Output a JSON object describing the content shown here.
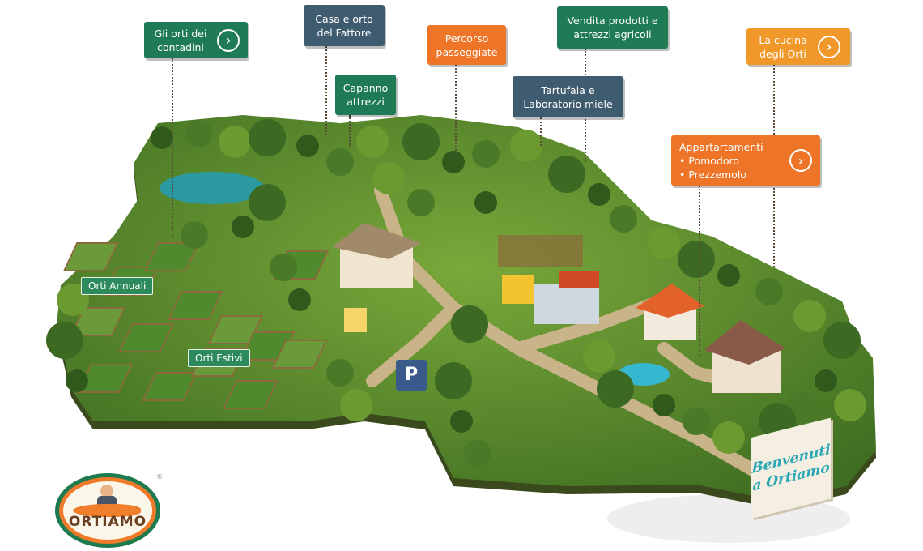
{
  "labels": {
    "orti_contadini": "Gli orti dei contadini",
    "casa_fattore": "Casa e orto del Fattore",
    "capanno": "Capanno attrezzi",
    "percorso": "Percorso passeggiate",
    "tartufaia": "Tartufaia e Laboratorio miele",
    "vendita": "Vendita prodotti e attrezzi agricoli",
    "cucina": "La cucina degli Orti",
    "appartamenti": {
      "title": "Appartartamenti",
      "items": [
        "• Pomodoro",
        "• Prezzemolo"
      ]
    },
    "orti_annuali": "Orti Annuali",
    "orti_estivi": "Orti Estivi",
    "parking": "P"
  },
  "arrow_icon": "›",
  "welcome_sign": {
    "line1": "Benvenuti",
    "line2": "a Ortiamo"
  },
  "logo": {
    "text": "ORTIAMO",
    "registered": "®"
  },
  "colors": {
    "green": "#1f7b56",
    "slate": "#3f5b6f",
    "orange": "#ee7428",
    "amber": "#f0992a",
    "grass": "#5f8f2e"
  }
}
